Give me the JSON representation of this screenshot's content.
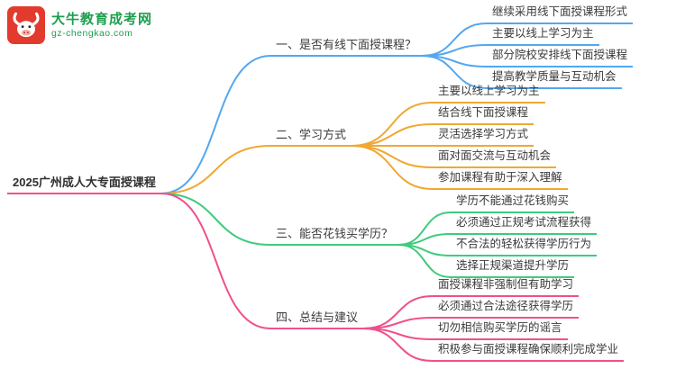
{
  "logo": {
    "title": "大牛教育成考网",
    "domain": "gz-chengkao.com",
    "icon": "bull-icon",
    "brand_green": "#1e9e4e",
    "brand_red": "#e23b2e"
  },
  "mindmap": {
    "root": {
      "label": "2025广州成人大专面授课程",
      "color": "#f0508c"
    },
    "branches": [
      {
        "label": "一、是否有线下面授课程？",
        "color": "#54a7f0",
        "children": [
          "继续采用线下面授课程形式",
          "主要以线上学习为主",
          "部分院校安排线下面授课程",
          "提高教学质量与互动机会"
        ]
      },
      {
        "label": "二、学习方式",
        "color": "#f0a832",
        "children": [
          "主要以线上学习为主",
          "结合线下面授课程",
          "灵活选择学习方式",
          "面对面交流与互动机会",
          "参加课程有助于深入理解"
        ]
      },
      {
        "label": "三、能否花钱买学历？",
        "color": "#3ecb7d",
        "children": [
          "学历不能通过花钱购买",
          "必须通过正规考试流程获得",
          "不合法的轻松获得学历行为",
          "选择正规渠道提升学历"
        ]
      },
      {
        "label": "四、总结与建议",
        "color": "#f0508c",
        "children": [
          "面授课程非强制但有助学习",
          "必须通过合法途径获得学历",
          "切勿相信购买学历的谣言",
          "积极参与面授课程确保顺利完成学业"
        ]
      }
    ]
  }
}
